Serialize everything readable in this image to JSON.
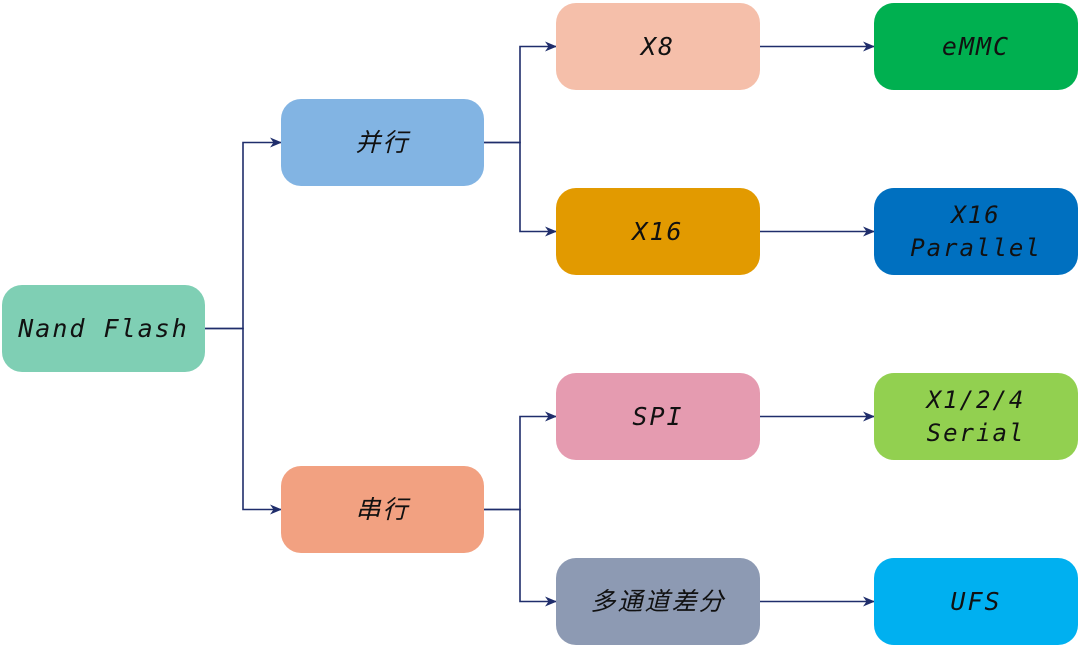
{
  "diagram": {
    "nodes": {
      "root": {
        "lines": [
          "Nand Flash"
        ],
        "fill": "#7fcfb4"
      },
      "parallel": {
        "lines": [
          "并行"
        ],
        "fill": "#82b4e3"
      },
      "serial": {
        "lines": [
          "串行"
        ],
        "fill": "#f2a181"
      },
      "x8": {
        "lines": [
          "X8"
        ],
        "fill": "#f5bfaa"
      },
      "x16": {
        "lines": [
          "X16"
        ],
        "fill": "#e29a00"
      },
      "spi": {
        "lines": [
          "SPI"
        ],
        "fill": "#e59bb0"
      },
      "multi": {
        "lines": [
          "多通道差分"
        ],
        "fill": "#8d9ab3"
      },
      "emmc": {
        "lines": [
          "eMMC"
        ],
        "fill": "#00b050"
      },
      "x16par": {
        "lines": [
          "X16",
          "Parallel"
        ],
        "fill": "#0070c0"
      },
      "x124": {
        "lines": [
          "X1/2/4",
          "Serial"
        ],
        "fill": "#92d050"
      },
      "ufs": {
        "lines": [
          "UFS"
        ],
        "fill": "#00b0f0"
      }
    },
    "edges": [
      {
        "from": "root",
        "to": "parallel"
      },
      {
        "from": "root",
        "to": "serial"
      },
      {
        "from": "parallel",
        "to": "x8"
      },
      {
        "from": "parallel",
        "to": "x16"
      },
      {
        "from": "serial",
        "to": "spi"
      },
      {
        "from": "serial",
        "to": "multi"
      },
      {
        "from": "x8",
        "to": "emmc"
      },
      {
        "from": "x16",
        "to": "x16par"
      },
      {
        "from": "spi",
        "to": "x124"
      },
      {
        "from": "multi",
        "to": "ufs"
      }
    ],
    "connector_color": "#1f2d6b"
  }
}
